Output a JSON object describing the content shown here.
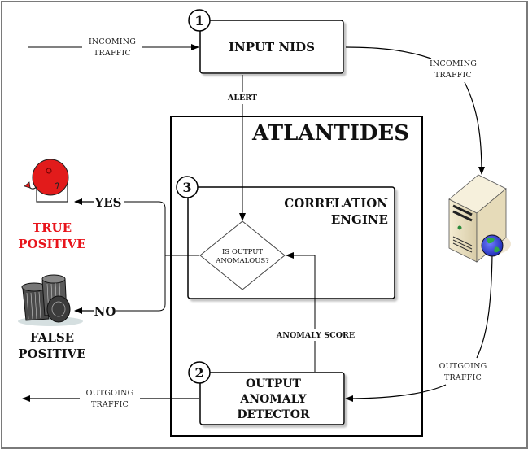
{
  "diagram": {
    "system_title": "ATLANTIDES",
    "components": {
      "input_nids": {
        "number": "1",
        "label": "INPUT NIDS"
      },
      "output_anomaly_detector": {
        "number": "2",
        "lines": [
          "OUTPUT",
          "ANOMALY",
          "DETECTOR"
        ]
      },
      "correlation_engine": {
        "number": "3",
        "lines": [
          "CORRELATION",
          "ENGINE"
        ]
      },
      "decision": {
        "lines": [
          "IS OUTPUT",
          "ANOMALOUS?"
        ]
      }
    },
    "edge_labels": {
      "incoming_traffic_in": [
        "INCOMING",
        "TRAFFIC"
      ],
      "incoming_traffic_to_server": [
        "INCOMING",
        "TRAFFIC"
      ],
      "outgoing_traffic_from_server": [
        "OUTGOING",
        "TRAFFIC"
      ],
      "outgoing_traffic_out": [
        "OUTGOING",
        "TRAFFIC"
      ],
      "alert": "ALERT",
      "anomaly_score": "ANOMALY SCORE",
      "yes": "YES",
      "no": "NO"
    },
    "outcomes": {
      "true_positive": {
        "lines": [
          "TRUE",
          "POSITIVE"
        ],
        "icon": "alarm-bell-icon",
        "color": "#e8141b"
      },
      "false_positive": {
        "lines": [
          "FALSE",
          "POSITIVE"
        ],
        "icon": "trash-cans-icon",
        "color": "#111111"
      }
    },
    "server": {
      "icon": "web-server-icon"
    }
  }
}
